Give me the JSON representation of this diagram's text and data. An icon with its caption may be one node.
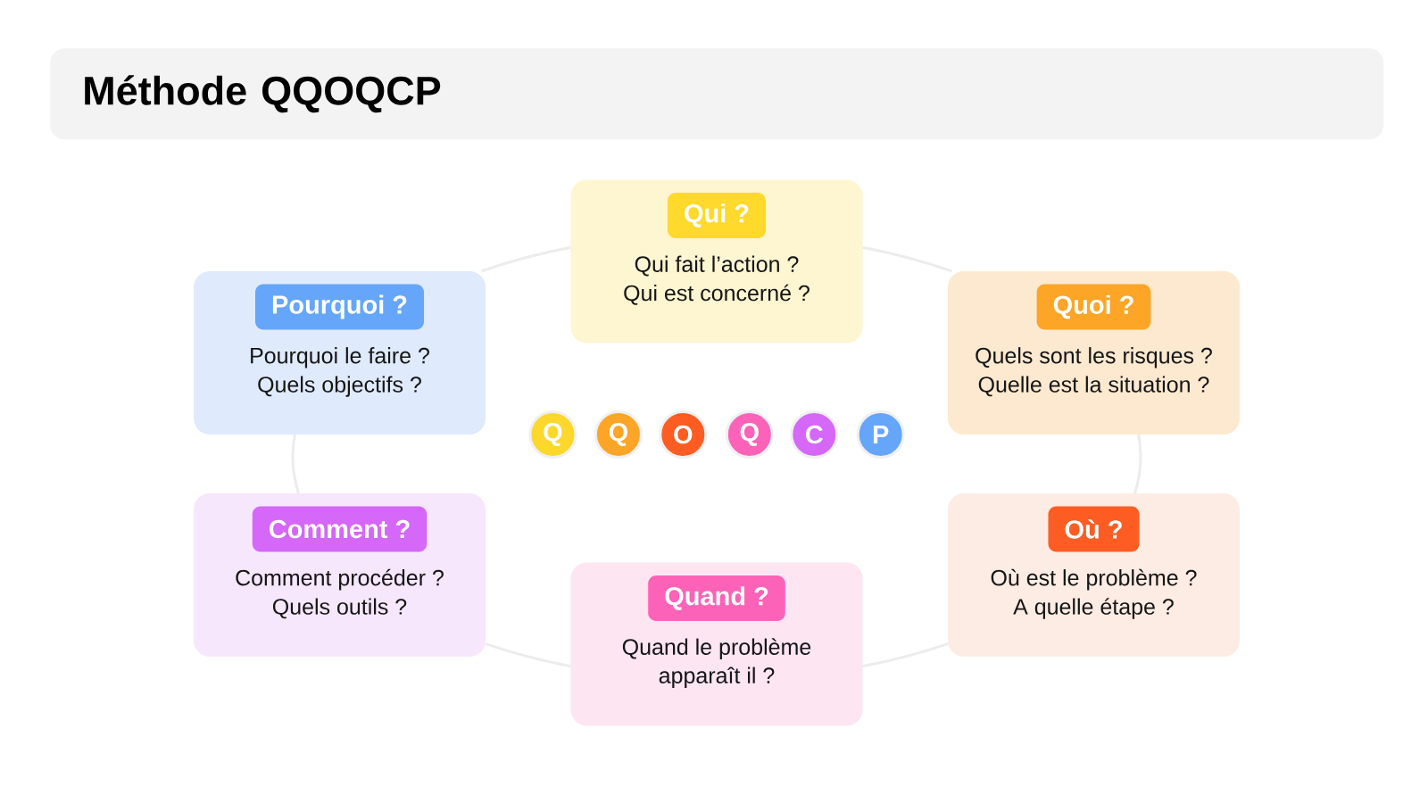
{
  "diagram": {
    "title": "Méthode QQOQCP",
    "nodes": [
      {
        "text": [
          "Qui fait l’action ?",
          "Qui est concerné ?"
        ]
      },
      {
        "text": [
          "Qui ?"
        ],
        "in": 0
      },
      {
        "text": [
          "Pourquoi le faire ?",
          "Quels objectifs ?"
        ]
      },
      {
        "text": [
          "Pourquoi ?"
        ],
        "in": 2
      },
      {
        "text": [
          "Quels sont les risques ?",
          "Quelle est la situation ?"
        ]
      },
      {
        "text": [
          "Quoi ?"
        ],
        "in": 4
      },
      {
        "text": [
          "Q"
        ]
      },
      {
        "text": [
          "Q"
        ]
      },
      {
        "text": [
          "O"
        ]
      },
      {
        "text": [
          "Q"
        ]
      },
      {
        "text": [
          "C"
        ]
      },
      {
        "text": [
          "P"
        ]
      },
      {
        "text": [
          "Comment procéder ?",
          "Quels outils ?"
        ]
      },
      {
        "text": [
          "Comment ?"
        ],
        "in": 12
      },
      {
        "text": [
          "Où est le problème ?",
          "A quelle étape ?"
        ]
      },
      {
        "text": [
          "Où ?"
        ],
        "in": 14
      },
      {
        "text": [
          "Quand le problème apparaît il ?"
        ]
      },
      {
        "text": [
          "Quand ?"
        ],
        "in": 16
      }
    ],
    "edges": [
      {
        "from": 2,
        "to": 0,
        "arrow": "none"
      },
      {
        "from": 0,
        "to": 4,
        "arrow": "none"
      },
      {
        "from": 4,
        "to": 14,
        "arrow": "none"
      },
      {
        "from": 14,
        "to": 16,
        "arrow": "none"
      },
      {
        "from": 16,
        "to": 12,
        "arrow": "none"
      },
      {
        "from": 12,
        "to": 2,
        "arrow": "none"
      }
    ]
  }
}
